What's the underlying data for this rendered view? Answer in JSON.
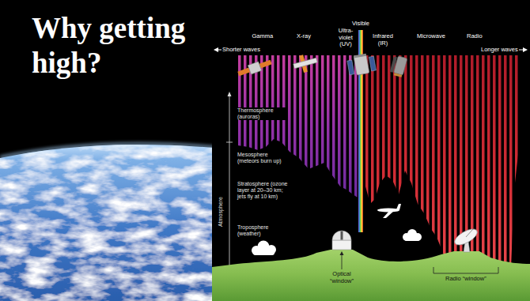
{
  "diagram": {
    "title": "Why getting high?",
    "labels": [
      "Gamma",
      "X-ray",
      "Visible",
      "Ultra-violet (UV)",
      "Infrared (IR)",
      "Microwave",
      "Radio",
      "Shorter waves",
      "Longer waves",
      "Thermosphere (auroras)",
      "Mesosphere (meteors burn up)",
      "Stratosphere (ozone layer at 20–30 km; jets fly at 10 km)",
      "Troposphere (weather)",
      "Atmosphere",
      "Optical “window”",
      "Radio “window”"
    ]
  }
}
